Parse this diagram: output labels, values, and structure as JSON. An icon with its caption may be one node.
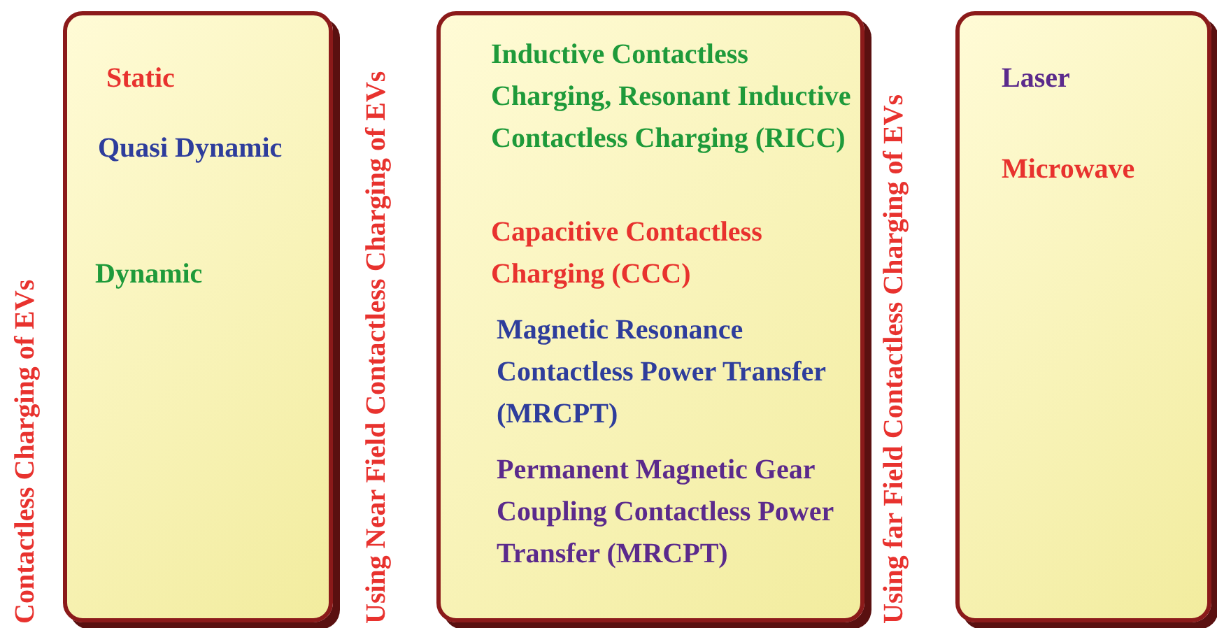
{
  "diagram": {
    "nodes": [
      {
        "text": [
          "Static",
          "Quasi Dynamic",
          "Dynamic"
        ]
      },
      {
        "text": [
          "Inductive Contactless Charging, Resonant Inductive Contactless Charging (RICC)",
          "Capacitive Contactless Charging (CCC)",
          "Magnetic Resonance Contactless Power Transfer (MRCPT)",
          "Permanent Magnetic Gear Coupling Contactless Power Transfer (MRCPT)"
        ]
      },
      {
        "text": [
          "Laser",
          "Microwave"
        ]
      }
    ],
    "edges": [],
    "labels": [
      "Contactless Charging of EVs",
      "Using Near Field Contactless Charging of EVs",
      "Using far Field Contactless Charging of EVs"
    ]
  }
}
